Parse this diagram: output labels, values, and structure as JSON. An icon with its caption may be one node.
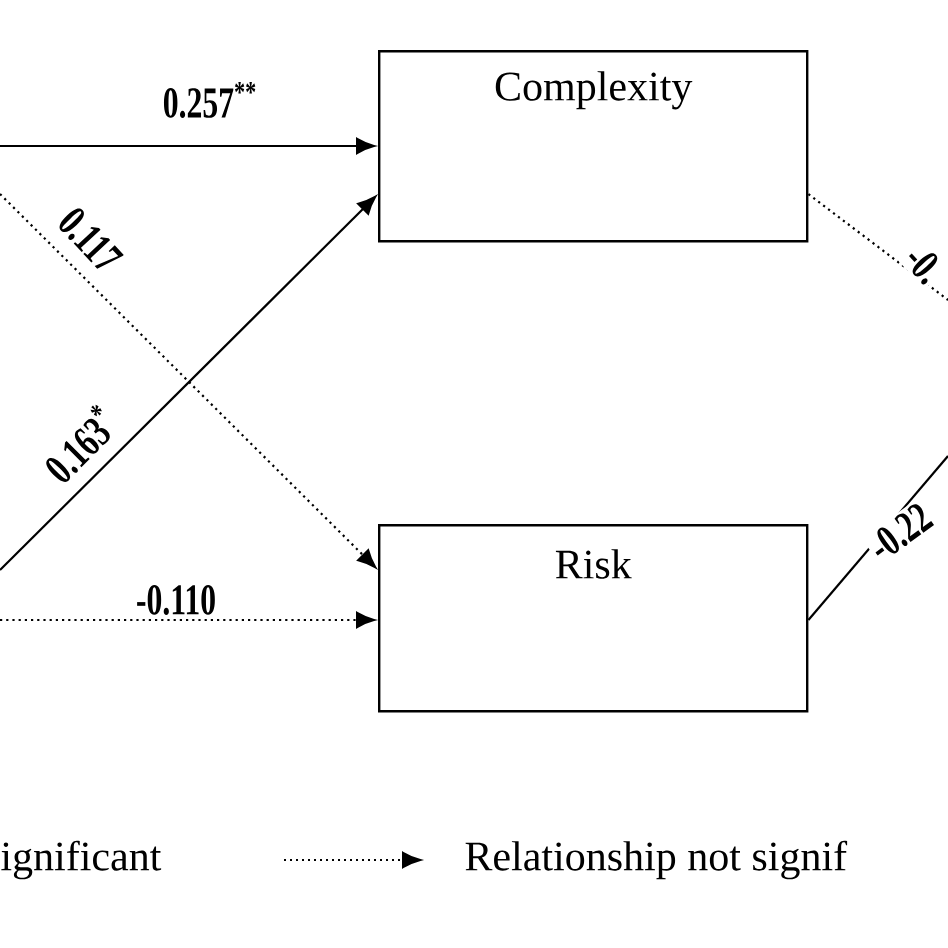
{
  "diagram": {
    "nodes": [
      {
        "text": [
          "Complexity"
        ]
      },
      {
        "text": [
          "Risk"
        ]
      }
    ],
    "edges": [
      {
        "from": null,
        "to": 0,
        "arrow": "to",
        "label": "0.257$^{**}$"
      },
      {
        "from": null,
        "to": 1,
        "arrow": "to",
        "label": "0.117",
        "style": "dashed"
      },
      {
        "from": null,
        "to": 0,
        "arrow": "to",
        "label": "0.163$^{*}$"
      },
      {
        "from": null,
        "to": 1,
        "arrow": "to",
        "label": "-0.110",
        "style": "dashed"
      },
      {
        "from": 0,
        "to": null,
        "arrow": "none",
        "label": "-0.",
        "style": "dashed"
      },
      {
        "from": 1,
        "to": null,
        "arrow": "none",
        "label": "-0.22"
      }
    ],
    "legend": [
      {
        "text": "ignificant"
      },
      {
        "text": "Relationship not signif"
      }
    ]
  }
}
